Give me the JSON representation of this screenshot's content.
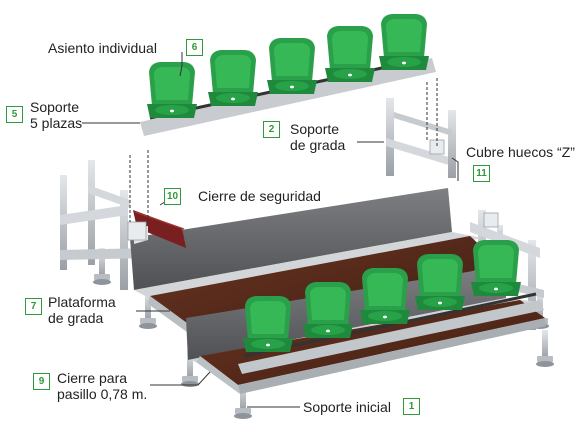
{
  "callouts": [
    {
      "num": "6",
      "text": "Asiento individual"
    },
    {
      "num": "5",
      "text": "Soporte\n5 plazas"
    },
    {
      "num": "2",
      "text": "Soporte\nde grada"
    },
    {
      "num": "11",
      "text": "Cubre huecos “Z”"
    },
    {
      "num": "10",
      "text": "Cierre de seguridad"
    },
    {
      "num": "7",
      "text": "Plataforma\nde grada"
    },
    {
      "num": "9",
      "text": "Cierre para\npasillo 0,78 m."
    },
    {
      "num": "1",
      "text": "Soporte inicial"
    }
  ],
  "colors": {
    "seat": "#2aa04a",
    "seat_dark": "#1c7a34",
    "frame": "#c9cdd2",
    "frame_dark": "#8e949b",
    "platform": "#5a2c1c",
    "riser": "#6b6d70",
    "badge": "#2f9a3a"
  }
}
